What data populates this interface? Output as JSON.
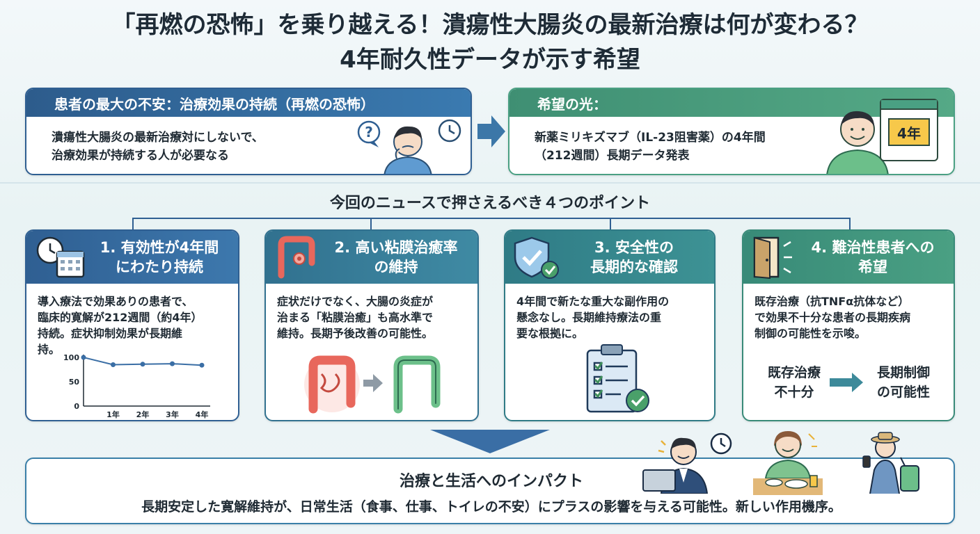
{
  "title": {
    "line1": "「再燃の恐怖」を乗り越える！潰瘍性大腸炎の最新治療は何が変わる？",
    "line2": "4年耐久性データが示す希望"
  },
  "anxiety": {
    "header": "患者の最大の不安：治療効果の持続（再燃の恐怖）",
    "line1": "潰瘍性大腸炎の最新治療対にしないで、",
    "line2": "治療効果が持続する人が必要なる"
  },
  "hope": {
    "header": "希望の光：",
    "line1": "新薬ミリキズマブ（IL-23阻害薬）の4年間",
    "line2": "（212週間）長期データ発表",
    "calendar_label": "4年"
  },
  "points_title": "今回のニュースで押さえるべき４つのポイント",
  "points": [
    {
      "title1": "1. 有効性が4年間",
      "title2": "にわたり持続",
      "lines": [
        "導入療法で効果ありの患者で、",
        "臨床的寛解が212週間（約4年）",
        "持続。症状抑制効果が長期維",
        "持。"
      ]
    },
    {
      "title1": "2. 高い粘膜治癒率",
      "title2": "の維持",
      "lines": [
        "症状だけでなく、大腸の炎症が",
        "治まる「粘膜治癒」も高水準で",
        "維持。長期予後改善の可能性。"
      ]
    },
    {
      "title1": "3. 安全性の",
      "title2": "長期的な確認",
      "lines": [
        "4年間で新たな重大な副作用の",
        "懸念なし。長期維持療法の重",
        "要な根拠に。"
      ]
    },
    {
      "title1": "4. 難治性患者への",
      "title2": "希望",
      "lines": [
        "既存治療（抗TNFα抗体など）",
        "で効果不十分な患者の長期疾病",
        "制御の可能性を示唆。"
      ],
      "from1": "既存治療",
      "from2": "不十分",
      "to1": "長期制御",
      "to2": "の可能性"
    }
  ],
  "chart_data": {
    "type": "line",
    "x": [
      "0",
      "1年",
      "2年",
      "3年",
      "4年"
    ],
    "values": [
      100,
      85,
      86,
      87,
      84
    ],
    "yticks": [
      "100",
      "50",
      "0"
    ],
    "ylim": [
      0,
      100
    ],
    "color": "#3a6ea5"
  },
  "impact": {
    "title": "治療と生活へのインパクト",
    "text": "長期安定した寛解維持が、日常生活（食事、仕事、トイレの不安）にプラスの影響を与える可能性。新しい作用機序。"
  },
  "colors": {
    "blue": "#2f5f92",
    "green": "#4aa083",
    "inflamed": "#e8675c",
    "healthy": "#6cc08a"
  }
}
